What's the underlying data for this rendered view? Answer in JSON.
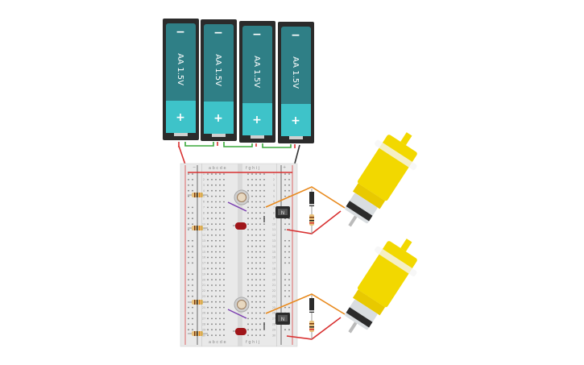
{
  "batteries": [
    {
      "label": "AA 1.5V",
      "minus": "−",
      "plus": "+"
    },
    {
      "label": "AA 1.5V",
      "minus": "−",
      "plus": "+"
    },
    {
      "label": "AA 1.5V",
      "minus": "−",
      "plus": "+"
    },
    {
      "label": "AA 1.5V",
      "minus": "−",
      "plus": "+"
    }
  ],
  "breadboard": {
    "column_letters_left": "a b c d e",
    "column_letters_right": "f g h i j",
    "rail_minus": "−",
    "rail_plus": "+",
    "row_numbers": [
      "1",
      "2",
      "3",
      "4",
      "5",
      "6",
      "7",
      "8",
      "9",
      "10",
      "11",
      "12",
      "13",
      "14",
      "15",
      "16",
      "17",
      "18",
      "19",
      "20",
      "21",
      "22",
      "23",
      "24",
      "25",
      "26",
      "27",
      "28",
      "29",
      "30"
    ]
  },
  "transistor_mark": "N",
  "colors": {
    "battery_body": "#2f7f86",
    "battery_plus": "#3ec3c9",
    "battery_case": "#2b2b2b",
    "wire_red": "#d83030",
    "wire_green": "#3aa83a",
    "wire_orange": "#e88a1e",
    "wire_black": "#333333",
    "motor_yellow": "#f2d800",
    "led_red": "#a0161a",
    "breadboard": "#e9e9e9"
  }
}
